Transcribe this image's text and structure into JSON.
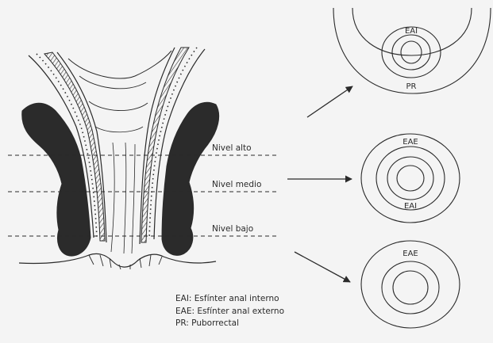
{
  "levels": {
    "high": "Nivel alto",
    "middle": "Nivel medio",
    "low": "Nivel bajo"
  },
  "sections": {
    "top": {
      "inner_ring_label": "EAI",
      "outer_label": "PR"
    },
    "middle": {
      "outer_ring_label": "EAE",
      "inner_ring_label": "EAI"
    },
    "bottom": {
      "outer_ring_label": "EAE"
    }
  },
  "legend": [
    "EAI: Esfínter anal interno",
    "EAE: Esfínter anal externo",
    "PR: Puborrectal"
  ],
  "colors": {
    "ink": "#2a2a2a",
    "muscle": "#2b2b2b",
    "paper": "#f4f4f4"
  }
}
